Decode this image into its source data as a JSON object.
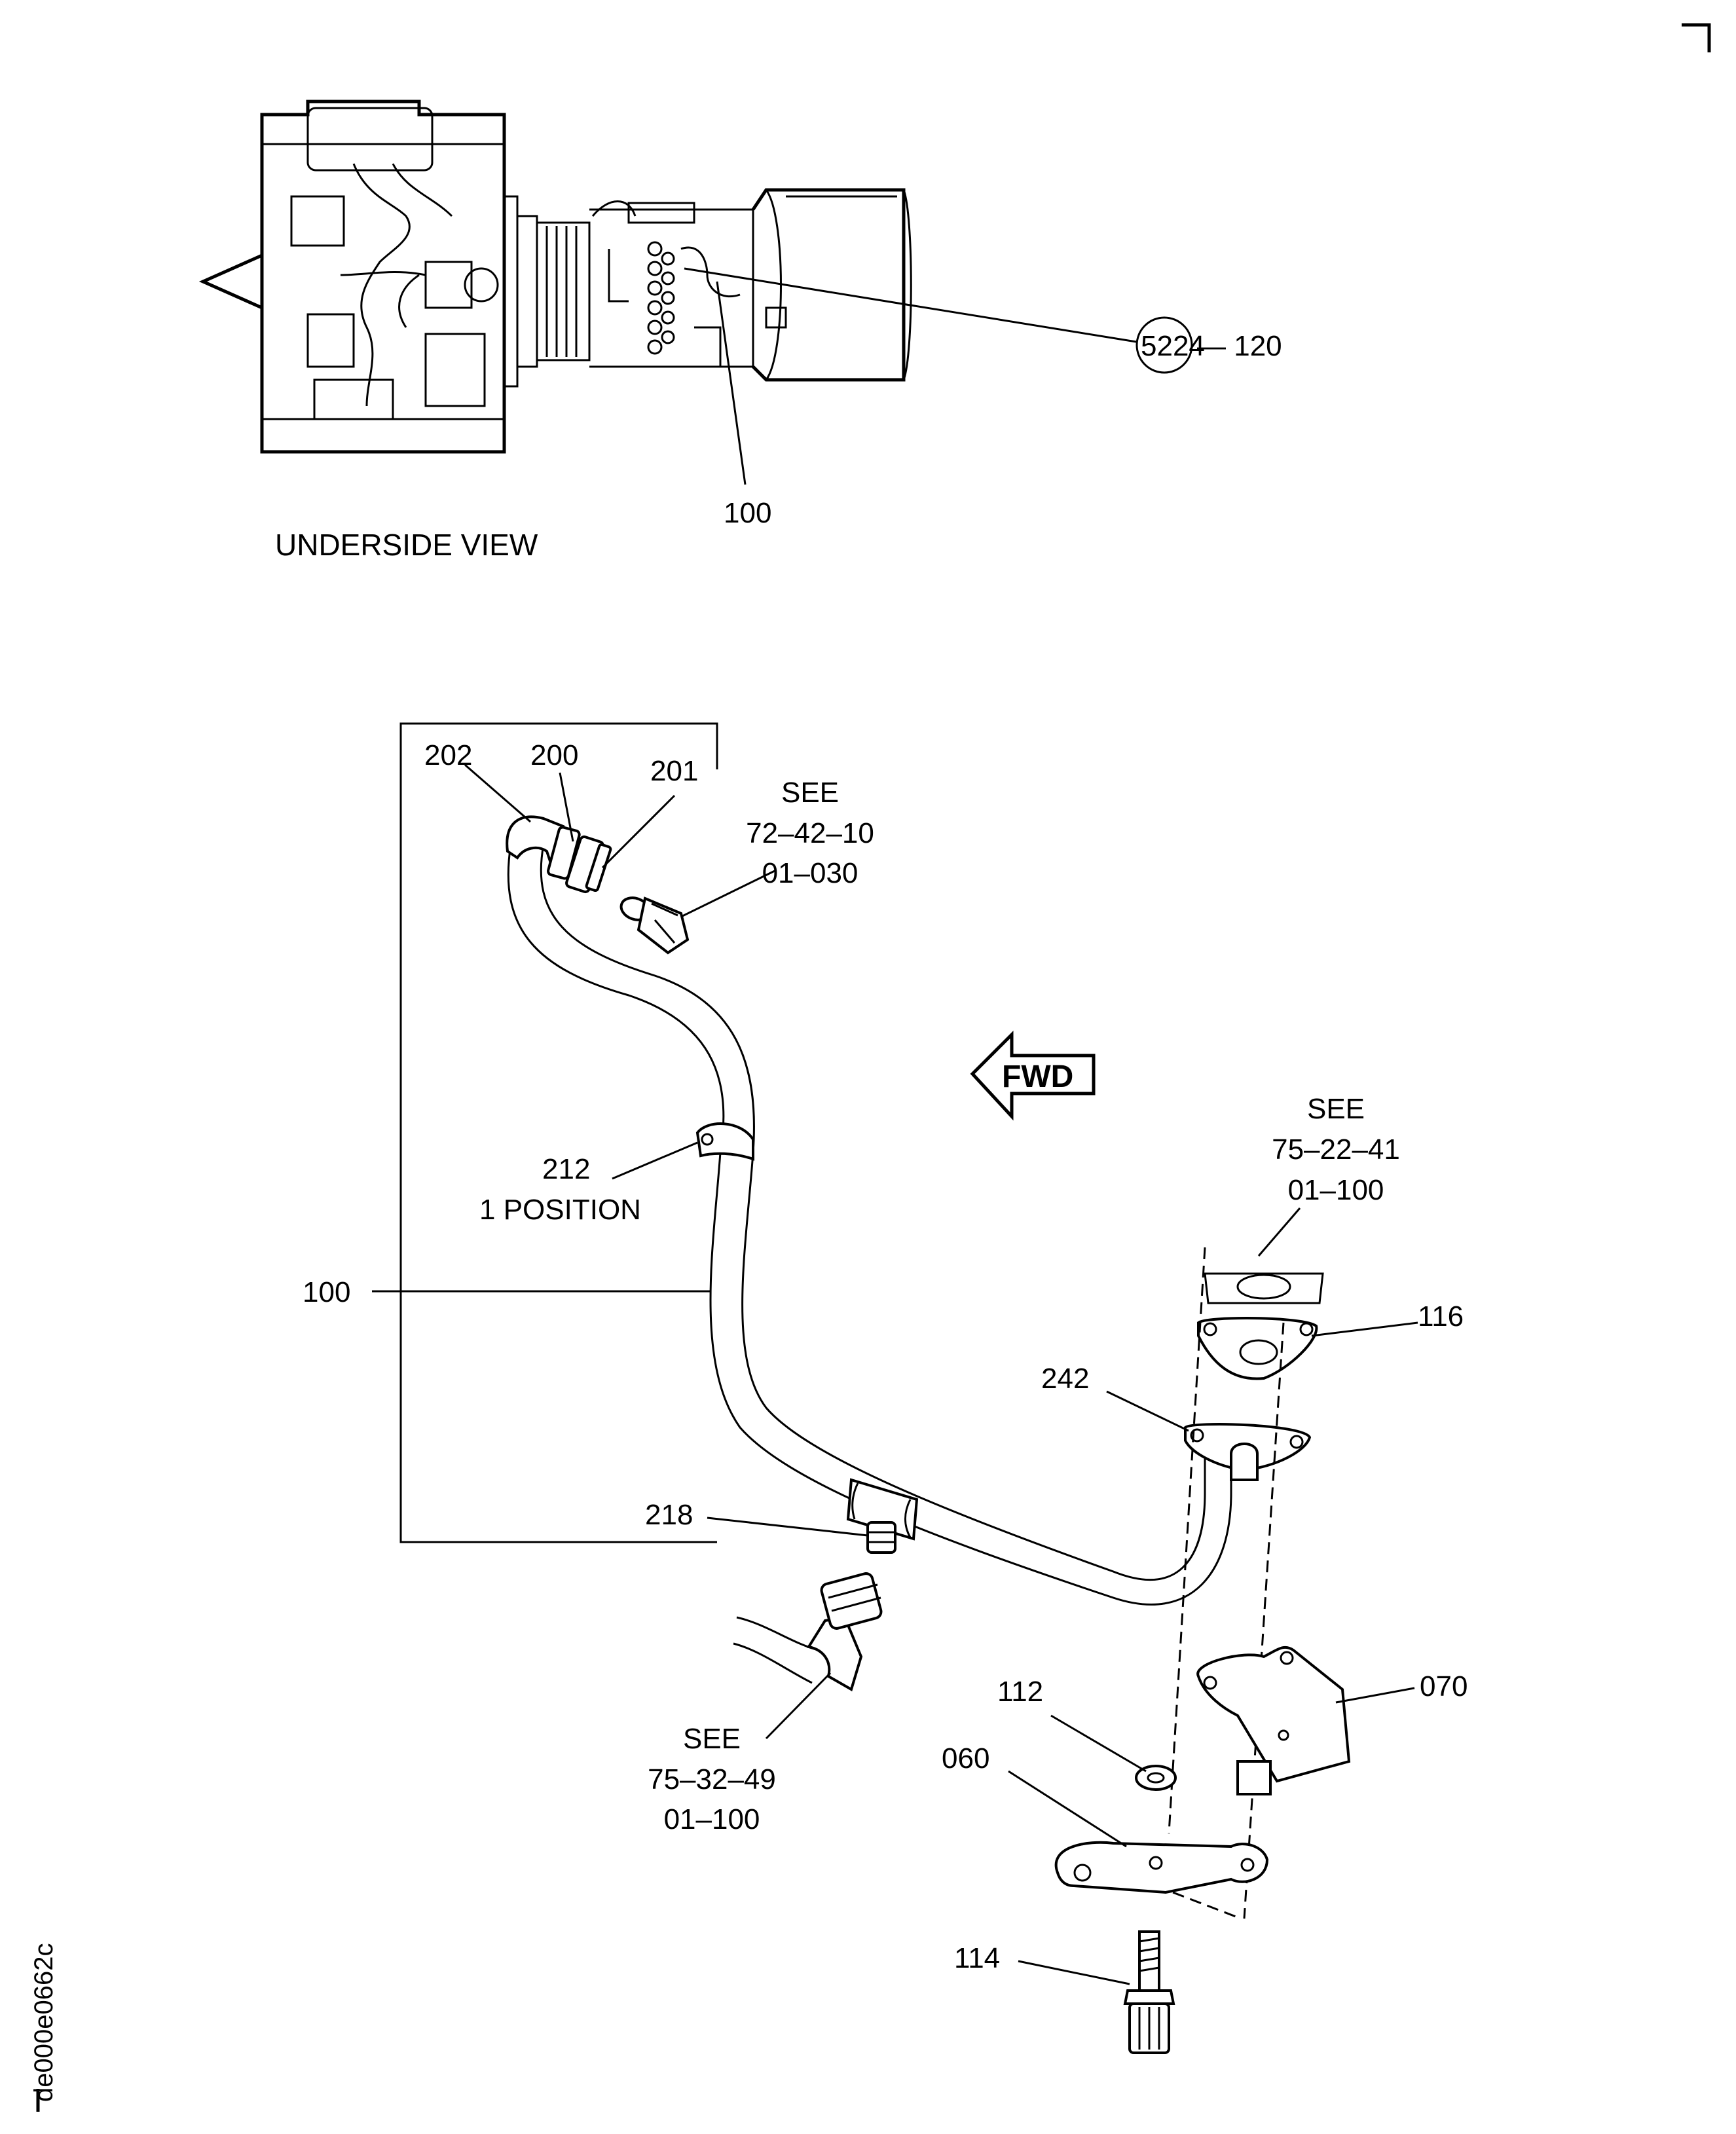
{
  "callouts": {
    "ref_5224": "5224",
    "ref_120": "— 120",
    "top_100": "100",
    "underside_view": "UNDERSIDE VIEW",
    "c202": "202",
    "c200": "200",
    "c201": "201",
    "see_a_1": "SEE",
    "see_a_2": "72–42–10",
    "see_a_3": "01–030",
    "fwd": "FWD",
    "see_b_1": "SEE",
    "see_b_2": "75–22–41",
    "see_b_3": "01–100",
    "c212": "212",
    "position": "1 POSITION",
    "c100": "100",
    "c116": "116",
    "c242": "242",
    "c218": "218",
    "c070": "070",
    "c112": "112",
    "c060": "060",
    "see_c_1": "SEE",
    "see_c_2": "75–32–49",
    "see_c_3": "01–100",
    "c114": "114",
    "figure_code": "de000e0662c"
  }
}
